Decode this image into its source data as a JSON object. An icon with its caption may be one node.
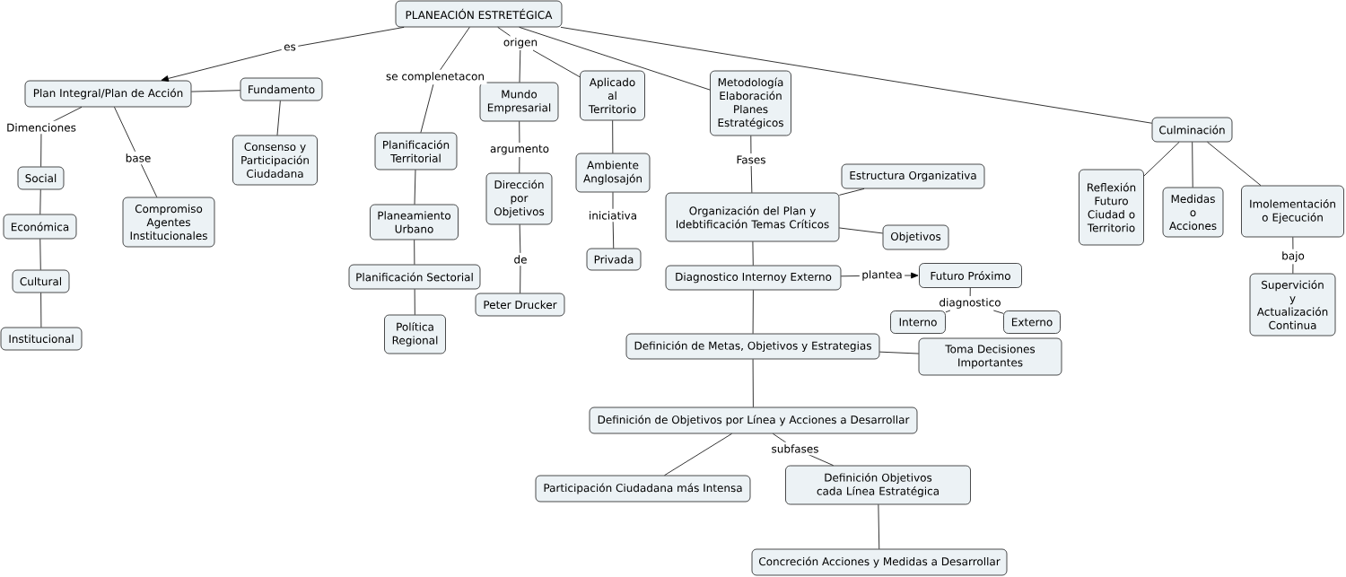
{
  "diagram": {
    "nodes": [
      {
        "text": [
          "PLANEACIÓN ESTRETÉGICA"
        ]
      },
      {
        "text": [
          "Plan Integral/Plan de Acción"
        ]
      },
      {
        "text": [
          "Fundamento"
        ]
      },
      {
        "text": [
          "Consenso y Participación Ciudadana"
        ]
      },
      {
        "text": [
          "Social"
        ]
      },
      {
        "text": [
          "Económica"
        ]
      },
      {
        "text": [
          "Cultural"
        ]
      },
      {
        "text": [
          "Institucional"
        ]
      },
      {
        "text": [
          "Compromiso Agentes Institucionales"
        ]
      },
      {
        "text": [
          "Planificación Territorial"
        ]
      },
      {
        "text": [
          "Planeamiento Urbano"
        ]
      },
      {
        "text": [
          "Planificación Sectorial"
        ]
      },
      {
        "text": [
          "Política Regional"
        ]
      },
      {
        "text": [
          "origen"
        ]
      },
      {
        "text": [
          "Mundo Empresarial"
        ]
      },
      {
        "text": [
          "Dirección por Objetivos"
        ]
      },
      {
        "text": [
          "Peter Drucker"
        ]
      },
      {
        "text": [
          "Aplicado al Territorio"
        ]
      },
      {
        "text": [
          "Ambiente Anglosajón"
        ]
      },
      {
        "text": [
          "Privada"
        ]
      },
      {
        "text": [
          "Metodología Elaboración Planes Estratégicos"
        ]
      },
      {
        "text": [
          "Organización del Plan y Idebtificación Temas Críticos"
        ]
      },
      {
        "text": [
          "Estructura Organizativa"
        ]
      },
      {
        "text": [
          "Objetivos"
        ]
      },
      {
        "text": [
          "Diagnostico Internoy Externo"
        ]
      },
      {
        "text": [
          "Futuro Próximo"
        ]
      },
      {
        "text": [
          "diagnostico"
        ]
      },
      {
        "text": [
          "Interno"
        ]
      },
      {
        "text": [
          "Externo"
        ]
      },
      {
        "text": [
          "Definición de Metas, Objetivos y Estrategias"
        ]
      },
      {
        "text": [
          "Toma Decisiones Importantes"
        ]
      },
      {
        "text": [
          "Definición de Objetivos por Línea y Acciones a Desarrollar"
        ]
      },
      {
        "text": [
          "Participación Ciudadana más Intensa"
        ]
      },
      {
        "text": [
          "Definición Objetivos cada Línea Estratégica"
        ]
      },
      {
        "text": [
          "Concreción Acciones y Medidas a Desarrollar"
        ]
      },
      {
        "text": [
          "Culminación"
        ]
      },
      {
        "text": [
          "Reflexión Futuro Ciudad o Territorio"
        ]
      },
      {
        "text": [
          "Medidas o Acciones"
        ]
      },
      {
        "text": [
          "Imolementación o Ejecución"
        ]
      },
      {
        "text": [
          "Supervición y Actualización Continua"
        ]
      }
    ],
    "edges": [
      {
        "from": 0,
        "to": 1,
        "arrow": "to",
        "label": "es"
      },
      {
        "from": 1,
        "to": 2,
        "arrow": "none"
      },
      {
        "from": 2,
        "to": 3,
        "arrow": "none"
      },
      {
        "from": 1,
        "to": 4,
        "arrow": "none",
        "label": "Dimenciones"
      },
      {
        "from": 4,
        "to": 5,
        "arrow": "none"
      },
      {
        "from": 5,
        "to": 6,
        "arrow": "none"
      },
      {
        "from": 6,
        "to": 7,
        "arrow": "none"
      },
      {
        "from": 1,
        "to": 8,
        "arrow": "none",
        "label": "base"
      },
      {
        "from": 0,
        "to": 9,
        "arrow": "none",
        "label": "se complenetacon"
      },
      {
        "from": 9,
        "to": 10,
        "arrow": "none"
      },
      {
        "from": 10,
        "to": 11,
        "arrow": "none"
      },
      {
        "from": 11,
        "to": 12,
        "arrow": "none"
      },
      {
        "from": 0,
        "to": 13,
        "arrow": "none"
      },
      {
        "from": 13,
        "to": 14,
        "arrow": "none"
      },
      {
        "from": 13,
        "to": 17,
        "arrow": "none"
      },
      {
        "from": 14,
        "to": 15,
        "arrow": "none",
        "label": "argumento"
      },
      {
        "from": 15,
        "to": 16,
        "arrow": "none",
        "label": "de"
      },
      {
        "from": 17,
        "to": 18,
        "arrow": "none"
      },
      {
        "from": 18,
        "to": 19,
        "arrow": "none",
        "label": "iniciativa"
      },
      {
        "from": 0,
        "to": 20,
        "arrow": "none"
      },
      {
        "from": 20,
        "to": 21,
        "arrow": "none",
        "label": "Fases"
      },
      {
        "from": 21,
        "to": 22,
        "arrow": "none"
      },
      {
        "from": 21,
        "to": 23,
        "arrow": "none"
      },
      {
        "from": 21,
        "to": 24,
        "arrow": "none"
      },
      {
        "from": 24,
        "to": 25,
        "arrow": "to",
        "label": "plantea"
      },
      {
        "from": 25,
        "to": 26,
        "arrow": "none"
      },
      {
        "from": 26,
        "to": 27,
        "arrow": "none"
      },
      {
        "from": 26,
        "to": 28,
        "arrow": "none"
      },
      {
        "from": 24,
        "to": 29,
        "arrow": "none"
      },
      {
        "from": 29,
        "to": 30,
        "arrow": "none"
      },
      {
        "from": 29,
        "to": 31,
        "arrow": "none"
      },
      {
        "from": 31,
        "to": 32,
        "arrow": "none"
      },
      {
        "from": 31,
        "to": 33,
        "arrow": "none",
        "label": "subfases"
      },
      {
        "from": 33,
        "to": 34,
        "arrow": "none"
      },
      {
        "from": 0,
        "to": 35,
        "arrow": "none"
      },
      {
        "from": 35,
        "to": 36,
        "arrow": "none"
      },
      {
        "from": 35,
        "to": 37,
        "arrow": "none"
      },
      {
        "from": 35,
        "to": 38,
        "arrow": "none"
      },
      {
        "from": 38,
        "to": 39,
        "arrow": "none",
        "label": "bajo"
      }
    ]
  }
}
